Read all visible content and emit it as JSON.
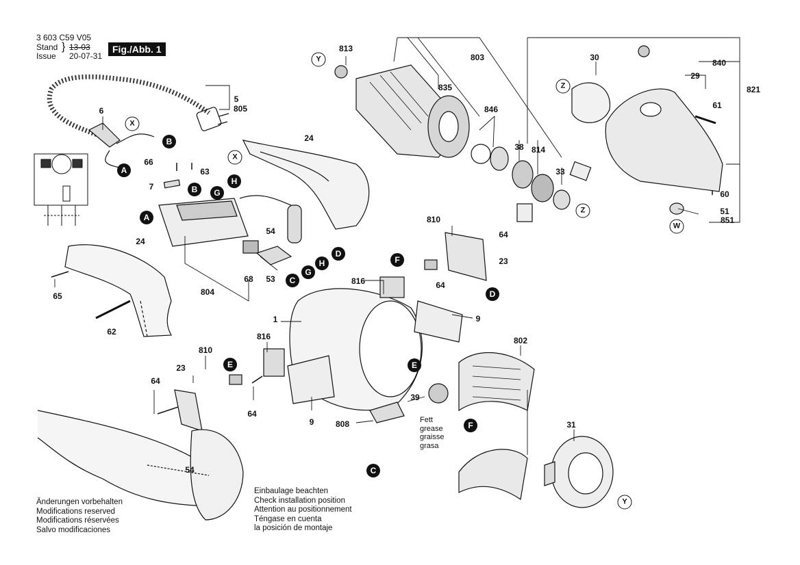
{
  "header": {
    "doc_number": "3 603 C59 V05",
    "stand_label": "Stand",
    "issue_label": "Issue",
    "stand_date_struck": "13-03",
    "issue_date": "20-07-31",
    "figure_label": "Fig./Abb. 1"
  },
  "part_numbers": [
    "813",
    "803",
    "30",
    "840",
    "29",
    "821",
    "835",
    "846",
    "38",
    "814",
    "33",
    "61",
    "5",
    "805",
    "6",
    "24",
    "66",
    "63",
    "7",
    "54",
    "68",
    "53",
    "804",
    "65",
    "62",
    "810",
    "64",
    "23",
    "816",
    "1",
    "9",
    "802",
    "39",
    "808",
    "31",
    "60",
    "51",
    "851"
  ],
  "connectors": [
    "A",
    "B",
    "G",
    "H",
    "D",
    "C",
    "E",
    "F"
  ],
  "refs": [
    "X",
    "Y",
    "Z",
    "W"
  ],
  "grease_note": [
    "Fett",
    "grease",
    "graisse",
    "grasa"
  ],
  "notes_left": [
    "Änderungen vorbehalten",
    "Modifications reserved",
    "Modifications réservées",
    "Salvo modificaciones"
  ],
  "notes_install": [
    "Einbaulage beachten",
    "Check installation position",
    "Attention au positionnement",
    "Téngase en cuenta",
    "la posición de montaje"
  ]
}
